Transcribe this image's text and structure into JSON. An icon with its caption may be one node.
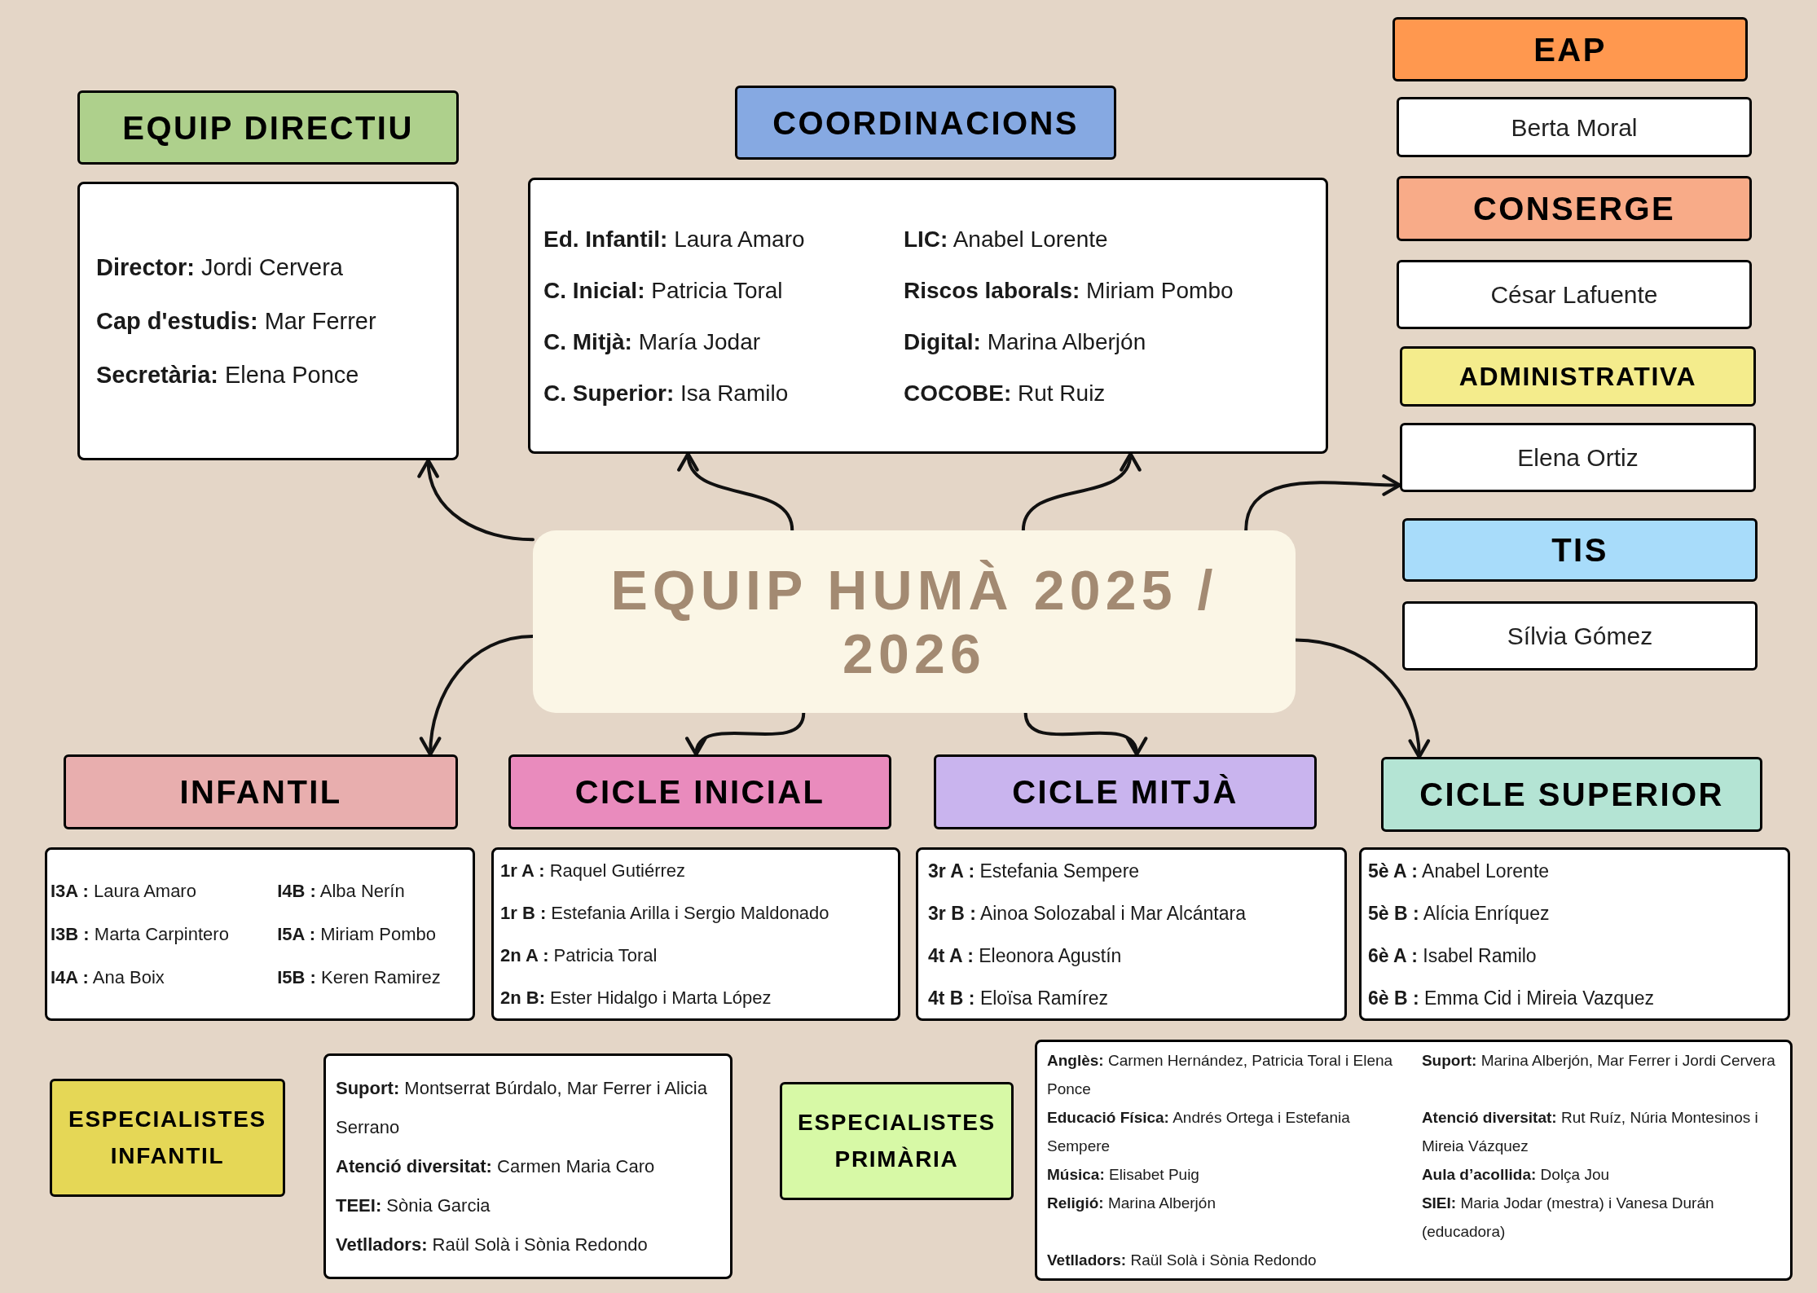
{
  "diagram": {
    "nodes": [
      {
        "text": [
          "EQUIP HUMÀ 2025 / 2026"
        ]
      },
      {
        "text": [
          "EQUIP DIRECTIU"
        ]
      },
      {
        "text": [
          "**Director:** Jordi Cervera",
          "**Cap d'estudis:** Mar Ferrer",
          "**Secretària:** Elena Ponce"
        ]
      },
      {
        "text": [
          "COORDINACIONS"
        ]
      },
      {
        "text": [
          "**Ed. Infantil:** Laura Amaro",
          "**C. Inicial:** Patricia Toral",
          "**C. Mitjà:** María Jodar",
          "**C. Superior:** Isa Ramilo",
          "**LIC:** Anabel Lorente",
          "**Riscos laborals:** Miriam Pombo",
          "**Digital:** Marina Alberjón",
          "**COCOBE:** Rut Ruiz"
        ]
      },
      {
        "text": [
          "EAP"
        ]
      },
      {
        "text": [
          "Berta Moral"
        ]
      },
      {
        "text": [
          "CONSERGE"
        ]
      },
      {
        "text": [
          "César Lafuente"
        ]
      },
      {
        "text": [
          "ADMINISTRATIVA"
        ]
      },
      {
        "text": [
          "Elena Ortiz"
        ]
      },
      {
        "text": [
          "TIS"
        ]
      },
      {
        "text": [
          "Sílvia Gómez"
        ]
      },
      {
        "text": [
          "INFANTIL"
        ]
      },
      {
        "text": [
          "**I3A :** Laura Amaro",
          "**I3B :** Marta Carpintero",
          "**I4A :** Ana Boix",
          "**I4B :** Alba Nerín",
          "**I5A :** Miriam Pombo",
          "**I5B :** Keren Ramirez"
        ]
      },
      {
        "text": [
          "CICLE INICIAL"
        ]
      },
      {
        "text": [
          "**1r A :** Raquel Gutiérrez",
          "**1r B :** Estefania Arilla i Sergio Maldonado",
          "**2n A :** Patricia Toral",
          "**2n B:** Ester Hidalgo i Marta López"
        ]
      },
      {
        "text": [
          "CICLE MITJÀ"
        ]
      },
      {
        "text": [
          "**3r A :** Estefania Sempere",
          "**3r B :** Ainoa Solozabal i Mar Alcántara",
          "**4t A :** Eleonora Agustín",
          "**4t B :** Eloïsa Ramírez"
        ]
      },
      {
        "text": [
          "CICLE SUPERIOR"
        ]
      },
      {
        "text": [
          "**5è A :** Anabel Lorente",
          "**5è B :** Alícia Enríquez",
          "**6è A :** Isabel Ramilo",
          "**6è B :** Emma Cid i Mireia Vazquez"
        ]
      },
      {
        "text": [
          "ESPECIALISTES INFANTIL"
        ]
      },
      {
        "text": [
          "**Suport:** Montserrat Búrdalo, Mar Ferrer i Alicia Serrano",
          "**Atenció diversitat:** Carmen Maria Caro",
          "**TEEI:** Sònia Garcia",
          "**Vetlladors:** Raül Solà i Sònia Redondo"
        ]
      },
      {
        "text": [
          "ESPECIALISTES PRIMÀRIA"
        ]
      },
      {
        "text": [
          "**Anglès:** Carmen Hernández, Patricia Toral i Elena Ponce",
          "**Educació Física:** Andrés Ortega i Estefania Sempere",
          "**Música:** Elisabet Puig",
          "**Religió:** Marina Alberjón",
          "**Vetlladors:** Raül Solà i Sònia Redondo",
          "**Suport:** Marina Alberjón, Mar Ferrer i Jordi Cervera",
          "**Atenció diversitat:** Rut Ruíz, Núria Montesinos i Mireia Vázquez",
          "**Aula d’acollida:** Dolça Jou",
          "**SIEI:** Maria Jodar (mestra) i Vanesa Durán (educadora)"
        ]
      }
    ],
    "edges": [
      {
        "from": 0,
        "to": 2,
        "arrow": "to"
      },
      {
        "from": 0,
        "to": 4,
        "arrow": "to"
      },
      {
        "from": 0,
        "to": 4,
        "arrow": "to"
      },
      {
        "from": 0,
        "to": 10,
        "arrow": "to"
      },
      {
        "from": 0,
        "to": 13,
        "arrow": "to"
      },
      {
        "from": 0,
        "to": 15,
        "arrow": "to"
      },
      {
        "from": 0,
        "to": 17,
        "arrow": "to"
      },
      {
        "from": 0,
        "to": 19,
        "arrow": "to"
      }
    ]
  }
}
